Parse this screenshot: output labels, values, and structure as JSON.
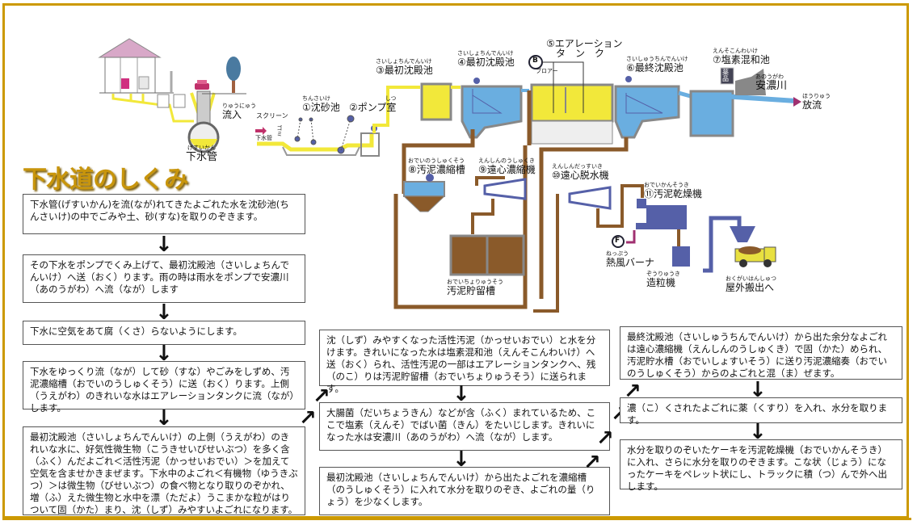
{
  "title": "下水道のしくみ",
  "labels": {
    "sewer_pipe": {
      "ruby": "げすいかん",
      "text": "下水管"
    },
    "inflow": {
      "ruby": "りゅうにゅう",
      "text": "流入"
    },
    "screen": "スクリーン",
    "garbage": "ゴミ",
    "sewer_pipe_small": "下水管",
    "grit_chamber": {
      "ruby": "ちんさいけ",
      "text": "①沈砂池"
    },
    "pump_room": {
      "ruby": "しつ",
      "text": "②ポンプ室"
    },
    "primary_sed_3": {
      "ruby": "さいしょちんでんいけ",
      "text": "③最初沈殿池"
    },
    "primary_sed_4": {
      "ruby": "さいしょちんでんいけ",
      "text": "④最初沈殿池"
    },
    "aeration_tank": {
      "text1": "⑤エアレーション",
      "text2": "タ　ン　ク"
    },
    "blower_badge": "B",
    "blower": "ブロアー",
    "final_sed": {
      "ruby": "さいしゅうちんでんいけ",
      "text": "⑥最終沈殿池"
    },
    "chlorine_mix": {
      "ruby": "えんそこんわいけ",
      "text": "⑦塩素混和池"
    },
    "chemical": "薬品",
    "ano_river": {
      "ruby": "あのうがわ",
      "text": "安濃川"
    },
    "discharge": {
      "ruby": "ほうりゅう",
      "text": "放流"
    },
    "sludge_thickener": {
      "ruby": "おでいのうしゅくそう",
      "text": "⑧汚泥濃縮槽"
    },
    "centrifugal_thickener": {
      "ruby": "えんしんのうしゅくき",
      "text": "⑨遠心濃縮機"
    },
    "centrifugal_dehydrator": {
      "ruby": "えんしんだっすいき",
      "text": "⑩遠心脱水機"
    },
    "sludge_dryer": {
      "ruby": "おでいかんそうき",
      "text": "⑪汚泥乾燥機"
    },
    "fan_badge": "F",
    "hot_air_burner": {
      "ruby": "ねっぷう",
      "text": "熱風バーナ"
    },
    "granulator": {
      "ruby": "ぞうりゅうき",
      "text": "造粒機"
    },
    "outdoor_removal": {
      "ruby": "おくがいはんしゅつ",
      "text": "屋外搬出へ"
    },
    "sludge_storage": {
      "ruby": "おでいちょりゅうそう",
      "text": "汚泥貯留槽"
    }
  },
  "steps": {
    "s1": "下水管(げすいかん)を流(なが)れてきたよごれた水を沈砂池(ちんさいけ)の中でごみや土、砂(すな)を取りのぞきます。",
    "s2": "その下水をポンプでくみ上げて、最初沈殿池（さいしょちんでんいけ）へ送（おく）ります。雨の時は雨水をポンプで安濃川（あのうがわ）へ流（なが）します",
    "s3": "下水に空気をあて腐（くさ）らないようにします。",
    "s4": "下水をゆっくり流（なが）して砂（すな）やごみをしずめ、汚泥濃縮槽（おでいのうしゅくそう）に送（おく）ります。上側（うえがわ）のきれいな水はエアレーションタンクに流（なが）します。",
    "s5": "最初沈殿池（さいしょちんでんいけ）の上側（うえがわ）のきれいな水に、好気性微生物（こうきせいびせいぶつ）を多く含（ふく）んだよごれ＜活性汚泥（かっせいおでい）＞を加えて空気を含ませかきまぜます。下水中のよごれ＜有機物（ゆうきぶつ）＞は微生物（びせいぶつ）の食べ物となり取りのぞかれ、増（ふ）えた微生物と水中を漂（ただよ）うこまかな粒がはりついて固（かた）まり、沈（しず）みやすいよごれになります。",
    "s6": "沈（しず）みやすくなった活性汚泥（かっせいおでい）と水を分けます。きれいになった水は塩素混和池（えんそこんわいけ）へ送（おく）られ、活性汚泥の一部はエアレーションタンクへ、残（のこ）りは汚泥貯留槽（おでいちょりゅうそう）に送られます。",
    "s7": "大腸菌（だいちょうきん）などが含（ふく）まれているため、ここで塩素（えんそ）でばい菌（きん）をたいじします。きれいになった水は安濃川（あのうがわ）へ流（なが）します。",
    "s8": "最初沈殿池（さいしょちんでんいけ）から出たよごれを濃縮槽（のうしゅくそう）に入れて水分を取りのぞき、よごれの量（りょう）を少なくします。",
    "s9": "最終沈殿池（さいしゅうちんでんいけ）から出た余分なよごれは遠心濃縮機（えんしんのうしゅくき）で固（かた）められ、汚泥貯水槽（おでいしょすいそう）に送り汚泥濃縮奏（おでいのうしゅくそう）からのよごれと混（ま）ぜます。",
    "s10": "濃（こ）くされたよごれに薬（くすり）を入れ、水分を取ります。",
    "s11": "水分を取りのぞいたケーキを汚泥乾燥機（おでいかんそうき）に入れ、さらに水分を取りのぞきます。こな状（じょう）になったケーキをペレット状にし、トラックに積（つ）んで外へ出します。"
  },
  "arrows": {
    "down": "↓",
    "up_right": "↗"
  },
  "colors": {
    "frame": "#cc9900",
    "title": "#c8950c",
    "water": "#6aaee0",
    "sewage": "#f2e83a",
    "sludge": "#8a5a2a",
    "machine": "#5560a8",
    "tank_wall": "#888888"
  }
}
